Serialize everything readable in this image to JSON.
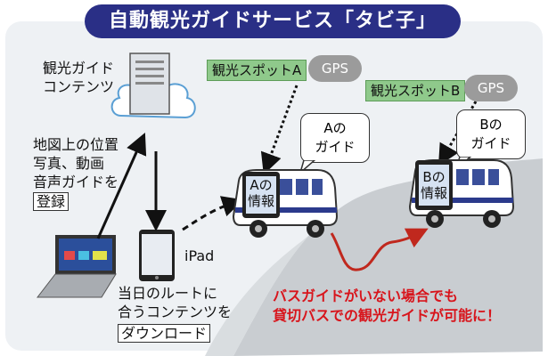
{
  "title": "自動観光ガイドサービス「タビ子」",
  "server_label": [
    "観光ガイド",
    "コンテンツ"
  ],
  "register_text": [
    "地図上の位置",
    "写真、動画",
    "音声ガイドを"
  ],
  "register_button": "登録",
  "ipad_label": "iPad",
  "download_text": [
    "当日のルートに",
    "合うコンテンツを"
  ],
  "download_button": "ダウンロード",
  "spot_a": {
    "label": "観光スポットA",
    "gps": "GPS",
    "guide": [
      "Aの",
      "ガイド"
    ],
    "tablet": [
      "Aの",
      "情報"
    ]
  },
  "spot_b": {
    "label": "観光スポットB",
    "gps": "GPS",
    "guide": [
      "Bの",
      "ガイド"
    ],
    "tablet": [
      "Bの",
      "情報"
    ]
  },
  "tagline": [
    "バスガイドがいない場合でも",
    "貸切バスでの観光ガイドが可能に！"
  ],
  "colors": {
    "title_bg": "#2a2f86",
    "road": "#c9cdd1",
    "spot_bg": "#8fc98b",
    "gps_bg": "#9b9b9b",
    "accent_red": "#d8151c",
    "bus_blue": "#2b3a8c"
  }
}
